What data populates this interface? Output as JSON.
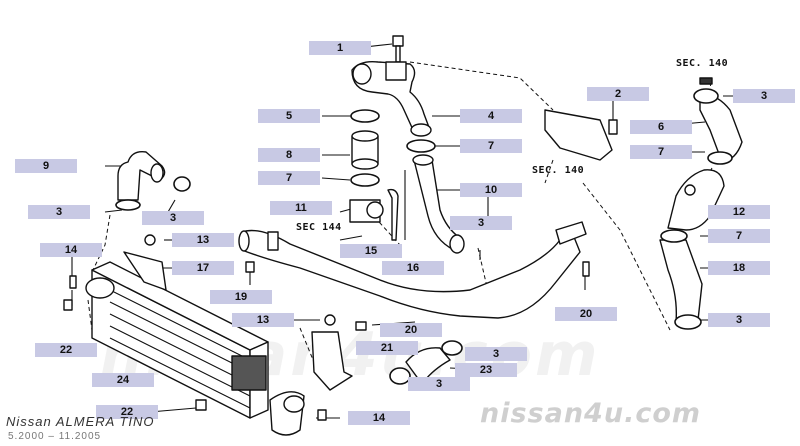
{
  "callouts": [
    {
      "label": "1"
    },
    {
      "label": "5"
    },
    {
      "label": "4"
    },
    {
      "label": "2"
    },
    {
      "label": "3"
    },
    {
      "label": "6"
    },
    {
      "label": "8"
    },
    {
      "label": "7"
    },
    {
      "label": "7"
    },
    {
      "label": "9"
    },
    {
      "label": "7"
    },
    {
      "label": "10"
    },
    {
      "label": "11"
    },
    {
      "label": "3"
    },
    {
      "label": "3"
    },
    {
      "label": "12"
    },
    {
      "label": "3"
    },
    {
      "label": "15"
    },
    {
      "label": "7"
    },
    {
      "label": "14"
    },
    {
      "label": "13"
    },
    {
      "label": "16"
    },
    {
      "label": "18"
    },
    {
      "label": "17"
    },
    {
      "label": "19"
    },
    {
      "label": "20"
    },
    {
      "label": "3"
    },
    {
      "label": "13"
    },
    {
      "label": "20"
    },
    {
      "label": "22"
    },
    {
      "label": "21"
    },
    {
      "label": "3"
    },
    {
      "label": "23"
    },
    {
      "label": "24"
    },
    {
      "label": "3"
    },
    {
      "label": "22"
    },
    {
      "label": "14"
    }
  ],
  "section_refs": {
    "top_right": "SEC. 140",
    "middle": "SEC. 140",
    "left": "SEC 144"
  },
  "watermark": {
    "large": "nissan4u.com",
    "small": "nissan4u.com"
  },
  "footer": {
    "model": "Nissan  ALMERA  TINO",
    "dates": "5.2000  –  11.2005"
  }
}
